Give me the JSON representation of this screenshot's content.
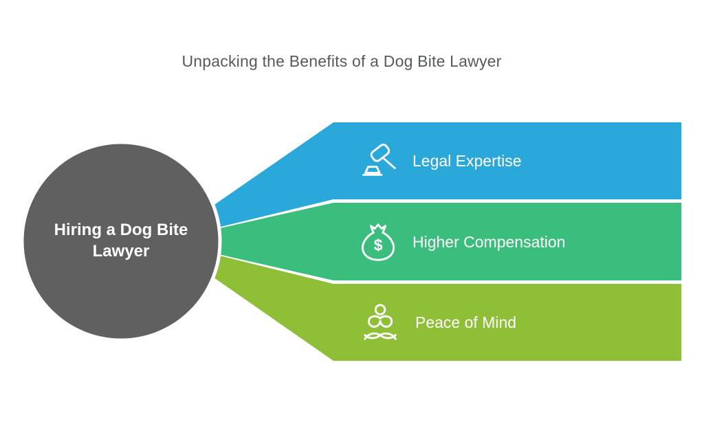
{
  "title": "Unpacking the Benefits of a Dog Bite Lawyer",
  "center": {
    "label": "Hiring a Dog Bite Lawyer"
  },
  "benefits": [
    {
      "label": "Legal Expertise",
      "icon": "gavel-icon",
      "color": "#2AA8DA"
    },
    {
      "label": "Higher Compensation",
      "icon": "money-bag-icon",
      "color": "#3BBD7E",
      "currency_symbol": "$"
    },
    {
      "label": "Peace of Mind",
      "icon": "meditation-icon",
      "color": "#8FBE37"
    }
  ],
  "colors": {
    "circle": "#606060",
    "circle_outline": "#FFFFFF",
    "title_text": "#58595B",
    "band_text": "#FFFFFF",
    "background": "#FFFFFF"
  }
}
